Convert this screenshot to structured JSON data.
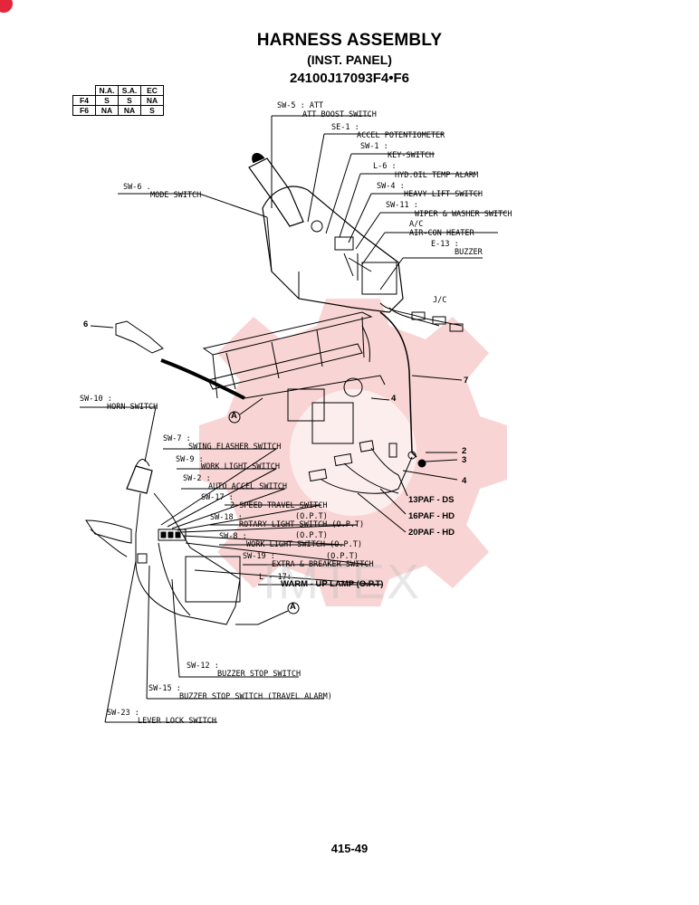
{
  "header": {
    "title": "HARNESS ASSEMBLY",
    "subtitle": "(INST. PANEL)",
    "part_number": "24100J17093F4•F6"
  },
  "option_table": {
    "columns": [
      "N.A.",
      "S.A.",
      "EC"
    ],
    "rows": [
      {
        "model": "F4",
        "values": [
          "S",
          "S",
          "NA"
        ]
      },
      {
        "model": "F6",
        "values": [
          "NA",
          "NA",
          "S"
        ]
      }
    ]
  },
  "labels": {
    "sw5_code": "SW-5 : ATT",
    "sw5_name": "ATT BOOST SWITCH",
    "se1_code": "SE-1 :",
    "se1_name": "ACCEL POTENTIOMETER",
    "sw1_code": "SW-1 :",
    "sw1_name": "KEY-SWITCH",
    "l6_code": "L-6 :",
    "l6_name": "HYD.OIL TEMP ALARM",
    "sw4_code": "SW-4 :",
    "sw4_name": "HEAVY LIFT SWITCH",
    "sw11_code": "SW-11 :",
    "sw11_name": "WIPER & WASHER SWITCH",
    "ac_code": "A/C",
    "ac_name": "AIR-CON HEATER",
    "e13_code": "E-13 :",
    "e13_name": "BUZZER",
    "sw6_code": "SW-6 .",
    "sw6_name": "MODE SWITCH",
    "jc": "J/C",
    "sw10_code": "SW-10 :",
    "sw10_name": "HORN SWITCH",
    "sw7_code": "SW-7 :",
    "sw7_name": "SWING FLASHER SWITCH",
    "sw9_code": "SW-9 :",
    "sw9_name": "WORK LIGHT SWITCH",
    "sw2_code": "SW-2 :",
    "sw2_name": "AUTO ACCEL SWITCH",
    "sw17_code": "SW-17 :",
    "sw17_name": "2-SPEED TRAVEL SWITCH",
    "sw18_code": "SW-18 :",
    "sw18_opt": "(O.P.T)",
    "sw18_name": "ROTARY LIGHT SWITCH (O.P.T)",
    "sw8_code": "SW-8 :",
    "sw8_opt": "(O.P.T)",
    "sw8_name": "WORK LIGHT SWITCH (O.P.T)",
    "sw19_code": "SW-19 :",
    "sw19_opt": "(O.P.T)",
    "sw19_name": "EXTRA & BREAKER SWITCH",
    "l17_code": "L - 17:",
    "l17_name": "WARM - UP LAMP (O.P.T)",
    "sw12_code": "SW-12 :",
    "sw12_name": "BUZZER STOP SWITCH",
    "sw15_code": "SW-15 :",
    "sw15_name": "BUZZER STOP SWITCH (TRAVEL ALARM)",
    "sw23_code": "SW-23 :",
    "sw23_name": "LEVER LOCK SWITCH",
    "n2": "2",
    "n3": "3",
    "n4a": "4",
    "n4b": "4",
    "n6": "6",
    "n7": "7",
    "a_top": "A",
    "a_bottom": "A",
    "paf13": "13PAF - DS",
    "paf16": "16PAF - HD",
    "paf20": "20PAF - HD"
  },
  "watermark": "IMTEX",
  "footer": {
    "page": "415-49"
  },
  "colors": {
    "line": "#000000",
    "watermark": "#e23a3a"
  }
}
